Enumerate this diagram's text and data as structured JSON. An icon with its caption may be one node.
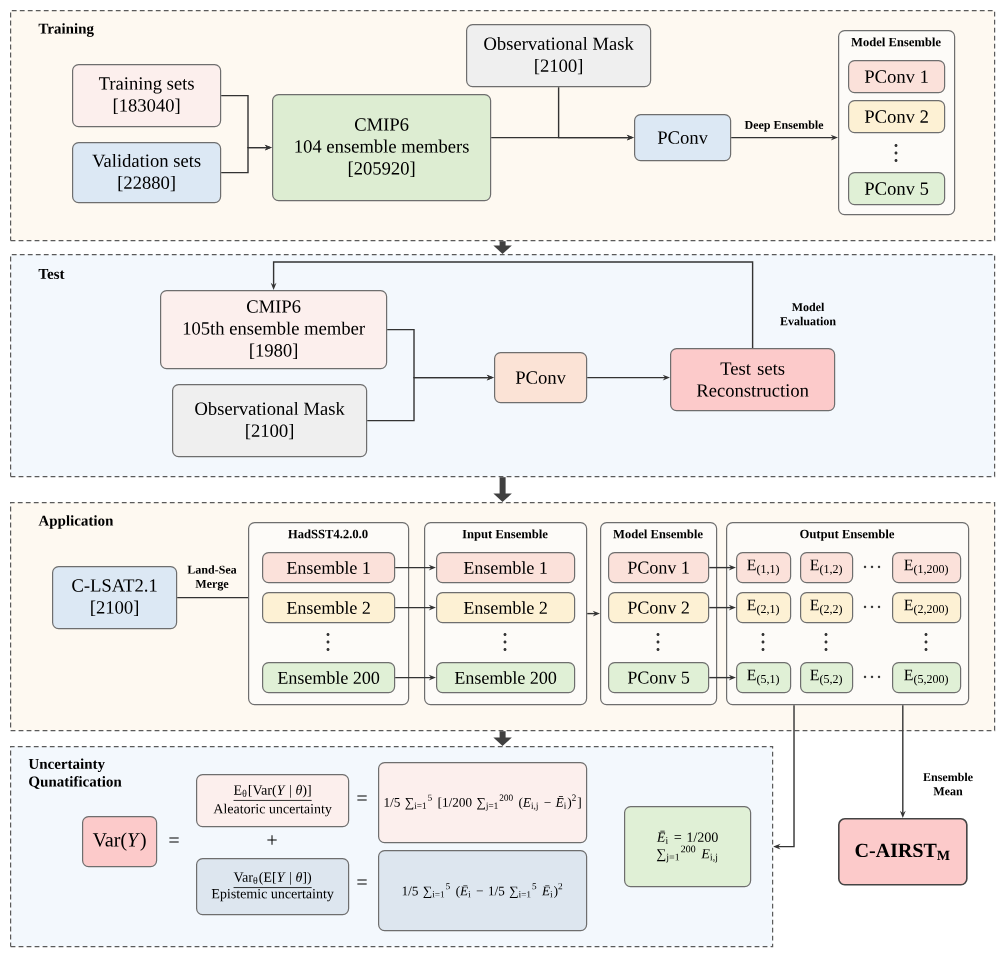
{
  "diagram": {
    "nodes": [
      {
        "text": [
          "Training"
        ]
      },
      {
        "text": [
          "Training sets",
          "[183040]"
        ],
        "in": 0
      },
      {
        "text": [
          "Validation sets",
          "[22880]"
        ],
        "in": 0
      },
      {
        "text": [
          "CMIP6",
          "104 ensemble members",
          "[205920]"
        ],
        "in": 0
      },
      {
        "text": [
          "Observational Mask",
          "[2100]"
        ],
        "in": 0
      },
      {
        "text": [
          "PConv"
        ],
        "in": 0
      },
      {
        "text": [
          "Model Ensemble"
        ],
        "in": 0
      },
      {
        "text": [
          "PConv 1"
        ],
        "in": 6
      },
      {
        "text": [
          "PConv 2"
        ],
        "in": 6
      },
      {
        "text": [
          "PConv 5"
        ],
        "in": 6
      },
      {
        "text": [
          "Test"
        ]
      },
      {
        "text": [
          "CMIP6",
          "105th ensemble member",
          "[1980]"
        ],
        "in": 10
      },
      {
        "text": [
          "Observational Mask",
          "[2100]"
        ],
        "in": 10
      },
      {
        "text": [
          "PConv"
        ],
        "in": 10
      },
      {
        "text": [
          "Test sets Reconstruction"
        ],
        "in": 10
      },
      {
        "text": [
          "Application"
        ]
      },
      {
        "text": [
          "C-LSAT2.1",
          "[2100]"
        ],
        "in": 15
      },
      {
        "text": [
          "HadSST4.2.0.0"
        ],
        "in": 15
      },
      {
        "text": [
          "Ensemble 1"
        ],
        "in": 17
      },
      {
        "text": [
          "Ensemble 2"
        ],
        "in": 17
      },
      {
        "text": [
          "Ensemble 200"
        ],
        "in": 17
      },
      {
        "text": [
          "Input Ensemble"
        ],
        "in": 15
      },
      {
        "text": [
          "Ensemble 1"
        ],
        "in": 21
      },
      {
        "text": [
          "Ensemble 2"
        ],
        "in": 21
      },
      {
        "text": [
          "Ensemble 200"
        ],
        "in": 21
      },
      {
        "text": [
          "Model Ensemble"
        ],
        "in": 15
      },
      {
        "text": [
          "PConv 1"
        ],
        "in": 25
      },
      {
        "text": [
          "PConv 2"
        ],
        "in": 25
      },
      {
        "text": [
          "PConv 5"
        ],
        "in": 25
      },
      {
        "text": [
          "Output Ensemble"
        ],
        "in": 15
      },
      {
        "text": [
          "E$_{(1,1)}$"
        ],
        "in": 29
      },
      {
        "text": [
          "E$_{(1,2)}$"
        ],
        "in": 29
      },
      {
        "text": [
          "E$_{(1,200)}$"
        ],
        "in": 29
      },
      {
        "text": [
          "E$_{(2,1)}$"
        ],
        "in": 29
      },
      {
        "text": [
          "E$_{(2,2)}$"
        ],
        "in": 29
      },
      {
        "text": [
          "E$_{(2,200)}$"
        ],
        "in": 29
      },
      {
        "text": [
          "E$_{(5,1)}$"
        ],
        "in": 29
      },
      {
        "text": [
          "E$_{(5,2)}$"
        ],
        "in": 29
      },
      {
        "text": [
          "E$_{(5,200)}$"
        ],
        "in": 29
      },
      {
        "text": [
          "Uncertainty Qunatification"
        ]
      },
      {
        "text": [
          "Var(*Y*)"
        ],
        "in": 39
      },
      {
        "text": [
          "E$_{θ}$[Var(*Y* | *θ*)]",
          "Aleatoric uncertainty"
        ],
        "in": 39
      },
      {
        "text": [
          "Var$_{θ}$(E[*Y* | *θ*])",
          "Epistemic uncertainty"
        ],
        "in": 39
      },
      {
        "text": [
          "1/5 ∑$_{i=1}$$^{5}$ [1/200 ∑$_{j=1}$$^{200}$ (*E*$_{i,j}$ − *Ē*$_{i}$)$^{2}$]"
        ],
        "in": 39
      },
      {
        "text": [
          "1/5 ∑$_{i=1}$$^{5}$ (*Ē*$_{i}$ − 1/5 ∑$_{i=1}$$^{5}$ *Ē*$_{i}$)$^{2}$"
        ],
        "in": 39
      },
      {
        "text": [
          "*Ē*$_{i}$ = 1/200 ∑$_{j=1}$$^{200}$ *E*$_{i,j}$"
        ],
        "in": 39
      },
      {
        "text": [
          "C-AIRST$_{M}$"
        ]
      }
    ],
    "edges": [
      {
        "from": 1,
        "to": 3,
        "arrow": "to"
      },
      {
        "from": 2,
        "to": 3,
        "arrow": "to"
      },
      {
        "from": 3,
        "to": 5,
        "arrow": "to"
      },
      {
        "from": 4,
        "to": 5,
        "arrow": "to"
      },
      {
        "from": 5,
        "to": 6,
        "arrow": "to",
        "label": "Deep Ensemble"
      },
      {
        "from": 0,
        "to": 10,
        "arrow": "to",
        "style": "thick"
      },
      {
        "from": 11,
        "to": 13,
        "arrow": "to"
      },
      {
        "from": 12,
        "to": 13,
        "arrow": "to"
      },
      {
        "from": 13,
        "to": 14,
        "arrow": "to"
      },
      {
        "from": 14,
        "to": 11,
        "arrow": "to",
        "label": "Model Evaluation"
      },
      {
        "from": 10,
        "to": 15,
        "arrow": "to",
        "style": "thick"
      },
      {
        "from": 16,
        "to": 17,
        "arrow": "none",
        "label": "Land-Sea Merge"
      },
      {
        "from": 18,
        "to": 22,
        "arrow": "to"
      },
      {
        "from": 19,
        "to": 23,
        "arrow": "to"
      },
      {
        "from": 20,
        "to": 24,
        "arrow": "to"
      },
      {
        "from": 21,
        "to": 25,
        "arrow": "to"
      },
      {
        "from": 26,
        "to": 30,
        "arrow": "to"
      },
      {
        "from": 27,
        "to": 33,
        "arrow": "to"
      },
      {
        "from": 28,
        "to": 36,
        "arrow": "to"
      },
      {
        "from": 15,
        "to": 39,
        "arrow": "to",
        "style": "thick"
      },
      {
        "from": 29,
        "to": 39,
        "arrow": "to"
      },
      {
        "from": 29,
        "to": 46,
        "arrow": "to",
        "label": "Ensemble Mean"
      }
    ],
    "labels": [
      "=",
      "=",
      "+",
      "="
    ]
  }
}
